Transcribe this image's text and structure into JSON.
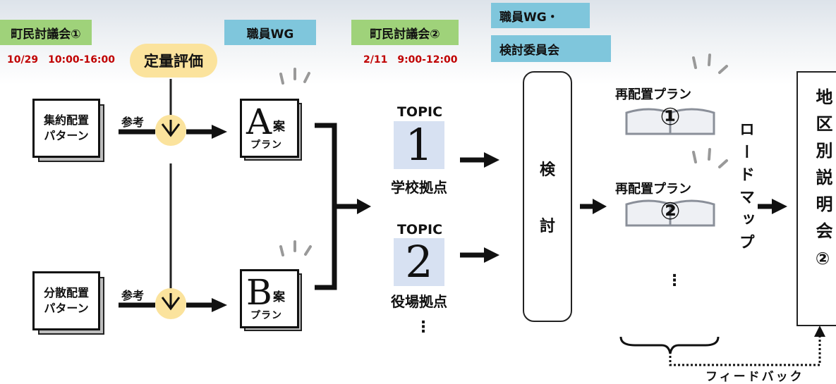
{
  "stages": {
    "meeting1": "町民討議会①",
    "meeting1_date": "10/29　10:00-16:00",
    "staff_wg": "職員WG",
    "meeting2": "町民討議会②",
    "meeting2_date": "2/11　9:00-12:00",
    "staff_wg_committee_line1": "職員WG・",
    "staff_wg_committee_line2": "検討委員会"
  },
  "quantitative_eval": "定量評価",
  "patterns": [
    {
      "line1": "集約配置",
      "line2": "パターン",
      "ref": "参考"
    },
    {
      "line1": "分散配置",
      "line2": "パターン",
      "ref": "参考"
    }
  ],
  "plans": [
    {
      "letter": "A",
      "suffix": "案",
      "sub": "プラン"
    },
    {
      "letter": "B",
      "suffix": "案",
      "sub": "プラン"
    }
  ],
  "topics": [
    {
      "label": "TOPIC",
      "number": "1",
      "name": "学校拠点"
    },
    {
      "label": "TOPIC",
      "number": "2",
      "name": "役場拠点"
    }
  ],
  "ellipsis": "⋮",
  "review": {
    "char1": "検",
    "char2": "討"
  },
  "replans": [
    {
      "label": "再配置プラン",
      "number": "①"
    },
    {
      "label": "再配置プラン",
      "number": "②"
    }
  ],
  "roadmap": "ロードマップ",
  "district_meeting": "地区別説明会②",
  "feedback": "フィードバック"
}
